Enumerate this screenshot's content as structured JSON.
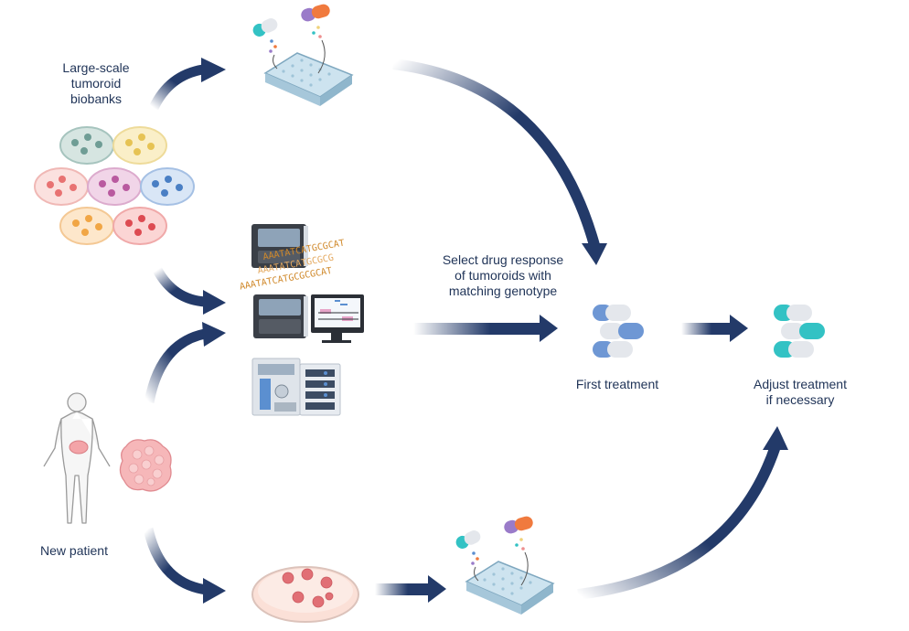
{
  "labels": {
    "biobanks": [
      "Large-scale",
      "tumoroid",
      "biobanks"
    ],
    "select": [
      "Select drug response",
      "of tumoroids with",
      "matching genotype"
    ],
    "first_treatment": "First treatment",
    "adjust": [
      "Adjust treatment",
      "if necessary"
    ],
    "new_patient": "New patient",
    "sequence_text": [
      "AAATATCATGCGCAT",
      "AAATATCATGCGCG",
      "AAATATCATGCGCGCAT"
    ]
  },
  "colors": {
    "arrow": "#233a69",
    "text": "#1f3357",
    "capsule_blue": "#6e97d4",
    "capsule_teal": "#33c2c4",
    "capsule_white": "#e4e7ec",
    "plate": "#cde3ef",
    "tumor": "#f3a4a8",
    "dish_colors": [
      "#7aa7a0",
      "#efd27a",
      "#ee8f8f",
      "#c466a9",
      "#5b8fd0",
      "#f5b25c",
      "#e35a5f"
    ]
  },
  "icons": [
    "capsule-icon",
    "well-plate-icon",
    "petri-dish-icon",
    "sequencer-icon",
    "monitor-icon",
    "mass-spectrometer-icon",
    "human-body-icon",
    "tumor-icon"
  ]
}
